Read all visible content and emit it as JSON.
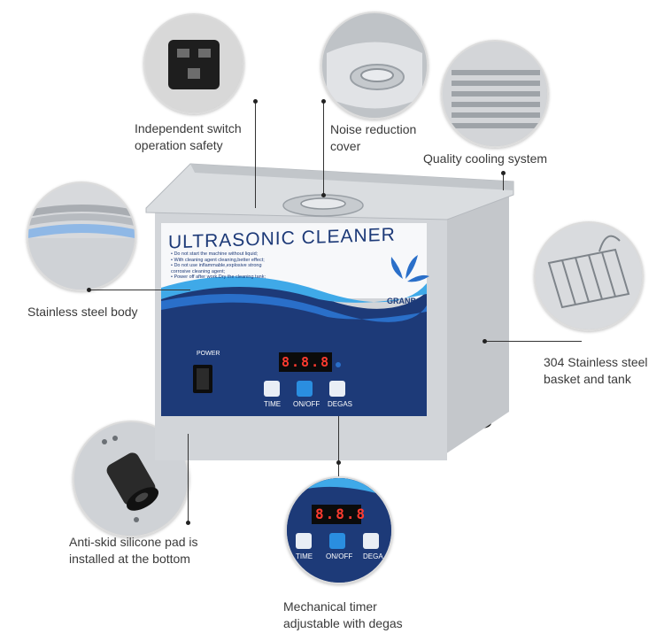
{
  "machine": {
    "title": "ULTRASONIC CLEANER",
    "brand": "GRANBO",
    "warnings": [
      "• Do not start the machine without liquid;",
      "• With cleaning agent cleaning,better effect;",
      "• Do not use inflammable,explosive strong",
      "  corrosive cleaning agent;",
      "• Power off after work.Dry the cleaning tank;"
    ],
    "power_label": "POWER",
    "display": "8.8.8",
    "buttons": {
      "time": "TIME",
      "onoff": "ON/OFF",
      "degas": "DEGAS"
    }
  },
  "zoom_display": {
    "display": "8.8.8",
    "buttons": {
      "time": "TIME",
      "onoff": "ON/OFF",
      "degas": "DEGA"
    }
  },
  "callouts": {
    "switch": "Independent switch\noperation safety",
    "cover": "Noise reduction\ncover",
    "cooling": "Quality cooling system",
    "body": "Stainless steel body",
    "basket": "304 Stainless steel\nbasket and tank",
    "pad": "Anti-skid silicone pad is\ninstalled at the bottom",
    "timer": "Mechanical timer\nadjustable with degas"
  },
  "colors": {
    "navy": "#1d3a78",
    "blue": "#2a6fc9",
    "cyan": "#3fa9e8",
    "steel": "#c8cbd0",
    "display_red": "#ff3b2f"
  }
}
